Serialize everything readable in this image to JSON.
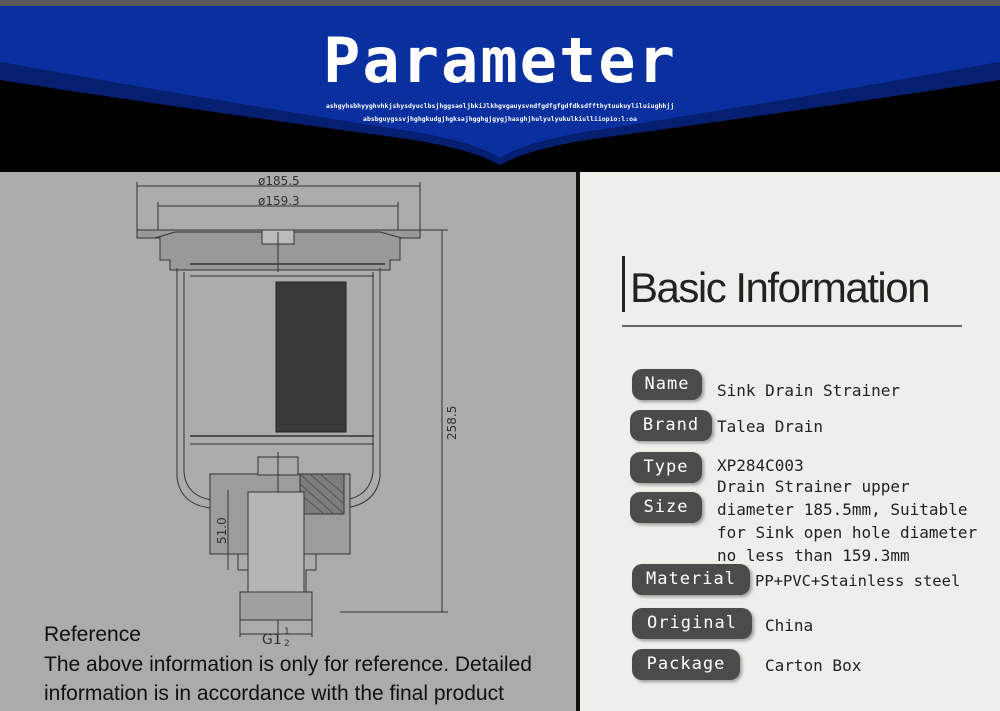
{
  "banner": {
    "title": "Parameter",
    "sub_line1": "ashgyhsbhyyghvhkjshysdyuclbsjhggsaoljbkiJlkhgvgauysvndfgdfgfgdfdksdffthytuukuyliluiughhjj",
    "sub_line2": "absbguygssvjhghgkudgjhgksajhgghgjgygjhasghjhulyulyukulkiulliiopio:l:oa"
  },
  "drawing": {
    "dim_outer": "ø185.5",
    "dim_inner": "ø159.3",
    "dim_height": "258.5",
    "dim_lower": "51.0",
    "dim_thread": "G1",
    "dim_thread_num": "1",
    "dim_thread_den": "2"
  },
  "reference": {
    "title": "Reference",
    "text": "The above information is only for reference. Detailed information is in accordance with the final product"
  },
  "basic_info": {
    "title": "Basic Information",
    "rows": {
      "name": {
        "label": "Name",
        "value": "Sink Drain Strainer"
      },
      "brand": {
        "label": "Brand",
        "value": "Talea Drain"
      },
      "type": {
        "label": "Type",
        "value": "XP284C003"
      },
      "size": {
        "label": "Size",
        "value": "Drain Strainer upper diameter 185.5mm, Suitable for Sink open hole diameter no less than 159.3mm"
      },
      "material": {
        "label": "Material",
        "value": "PP+PVC+Stainless steel"
      },
      "original": {
        "label": "Original",
        "value": "China"
      },
      "package": {
        "label": "Package",
        "value": "Carton Box"
      }
    }
  },
  "colors": {
    "banner_blue": "#0a2f9e",
    "left_bg": "#ababab",
    "right_bg": "#eeeeea",
    "pill_bg": "#4b4b4b"
  }
}
